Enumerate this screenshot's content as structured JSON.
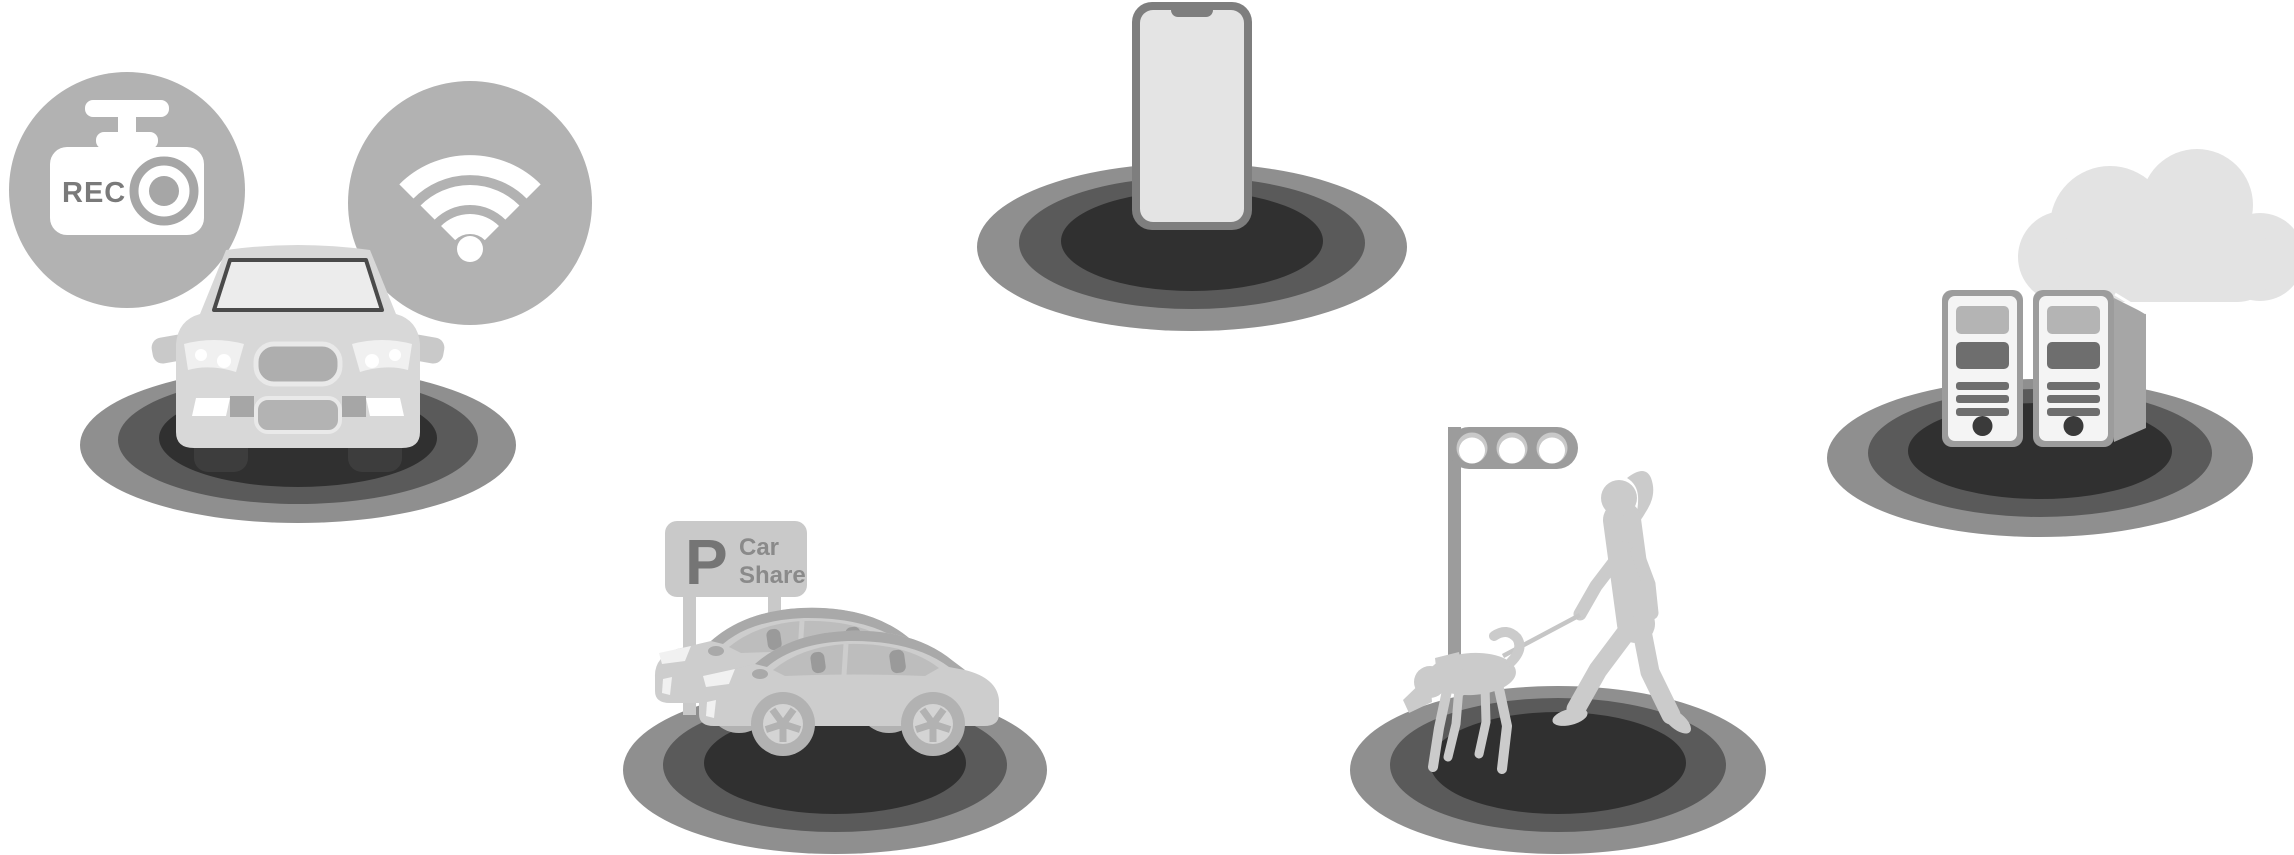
{
  "labels": {
    "rec": "REC",
    "parking_p": "P",
    "car_share_line1": "Car",
    "car_share_line2": "Share"
  },
  "scenes": [
    {
      "id": "connected-car",
      "icons": [
        "dashcam-icon",
        "wifi-icon",
        "car-front-icon",
        "signal-platform"
      ]
    },
    {
      "id": "smartphone",
      "icons": [
        "smartphone-icon",
        "signal-platform"
      ]
    },
    {
      "id": "cloud-server",
      "icons": [
        "cloud-icon",
        "server-icon",
        "server-icon",
        "signal-platform"
      ]
    },
    {
      "id": "car-share-station",
      "icons": [
        "parking-sign-icon",
        "hatchback-car-icon",
        "hatchback-car-icon",
        "signal-platform"
      ]
    },
    {
      "id": "dog-walker",
      "icons": [
        "traffic-light-icon",
        "pedestrian-icon",
        "dog-icon",
        "leash",
        "signal-platform"
      ]
    }
  ],
  "colors": {
    "background": "#ffffff",
    "badge_circle": "#b2b2b2",
    "icon_white": "#ffffff",
    "platform_outer": "#8f8f8f",
    "platform_middle": "#5a5a5a",
    "platform_inner": "#303030",
    "silhouette_gray": "#cbcbcb",
    "suv_body": "#d8d8d8",
    "hatchback_body": "#cdcdcd",
    "phone_frame": "#7e7e7e",
    "phone_screen": "#e4e4e4",
    "cloud": "#e3e3e3",
    "server_frame": "#9c9c9c",
    "server_body": "#f4f4f4",
    "server_panel_light": "#b4b4b4",
    "server_panel_dark": "#6e6e6e",
    "server_led": "#3a3a3a",
    "sign_board": "#c9c9c9",
    "sign_p_text": "#757575",
    "sign_text": "#8a8a8a",
    "rec_text": "#7a7a7a",
    "traffic_light": "#9c9c9c"
  }
}
